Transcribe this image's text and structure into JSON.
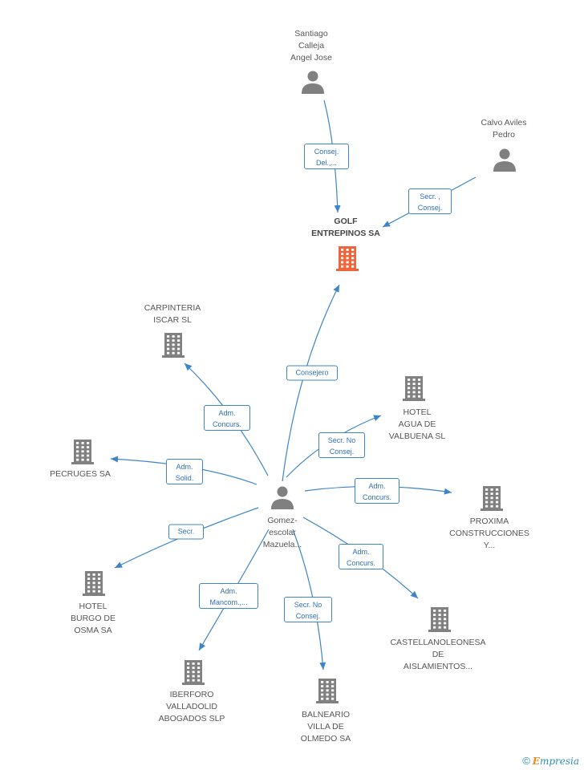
{
  "colors": {
    "edge": "#3d85c6",
    "person": "#808080",
    "company": "#808080",
    "focus": "#f0643c"
  },
  "nodes": [
    {
      "id": "golf",
      "kind": "company-focus",
      "label": "GOLF\nENTREPINOS SA"
    },
    {
      "id": "santiago",
      "kind": "person",
      "label": "Santiago\nCalleja\nAngel Jose"
    },
    {
      "id": "calvo",
      "kind": "person",
      "label": "Calvo Aviles\nPedro"
    },
    {
      "id": "gomez",
      "kind": "person",
      "label": "Gomez-\nescolar\nMazuela..."
    },
    {
      "id": "carpinteria",
      "kind": "company",
      "label": "CARPINTERIA\nISCAR SL"
    },
    {
      "id": "hotel_agua",
      "kind": "company",
      "label": "HOTEL\nAGUA DE\nVALBUENA SL"
    },
    {
      "id": "pecruges",
      "kind": "company",
      "label": "PECRUGES SA"
    },
    {
      "id": "proxima",
      "kind": "company",
      "label": "PROXIMA\nCONSTRUCCIONES\nY..."
    },
    {
      "id": "hotel_burgo",
      "kind": "company",
      "label": "HOTEL\nBURGO DE\nOSMA SA"
    },
    {
      "id": "castellano",
      "kind": "company",
      "label": "CASTELLANOLEONESA\nDE\nAISLAMIENTOS..."
    },
    {
      "id": "iberforo",
      "kind": "company",
      "label": "IBERFORO\nVALLADOLID\nABOGADOS SLP"
    },
    {
      "id": "balneario",
      "kind": "company",
      "label": "BALNEARIO\nVILLA DE\nOLMEDO SA"
    }
  ],
  "edges": [
    {
      "from": "santiago",
      "to": "golf",
      "label": "Consej.\nDel.,..."
    },
    {
      "from": "calvo",
      "to": "golf",
      "label": "Secr. ,\nConsej."
    },
    {
      "from": "gomez",
      "to": "golf",
      "label": "Consejero"
    },
    {
      "from": "gomez",
      "to": "carpinteria",
      "label": "Adm.\nConcurs."
    },
    {
      "from": "gomez",
      "to": "hotel_agua",
      "label": "Secr. No\nConsej."
    },
    {
      "from": "gomez",
      "to": "pecruges",
      "label": "Adm.\nSolid."
    },
    {
      "from": "gomez",
      "to": "proxima",
      "label": "Adm.\nConcurs."
    },
    {
      "from": "gomez",
      "to": "hotel_burgo",
      "label": "Secr."
    },
    {
      "from": "gomez",
      "to": "castellano",
      "label": "Adm.\nConcurs."
    },
    {
      "from": "gomez",
      "to": "iberforo",
      "label": "Adm.\nMancom.,..."
    },
    {
      "from": "gomez",
      "to": "balneario",
      "label": "Secr. No\nConsej."
    }
  ],
  "watermark": {
    "symbol": "©",
    "brand_first": "E",
    "brand_rest": "mpresia"
  }
}
